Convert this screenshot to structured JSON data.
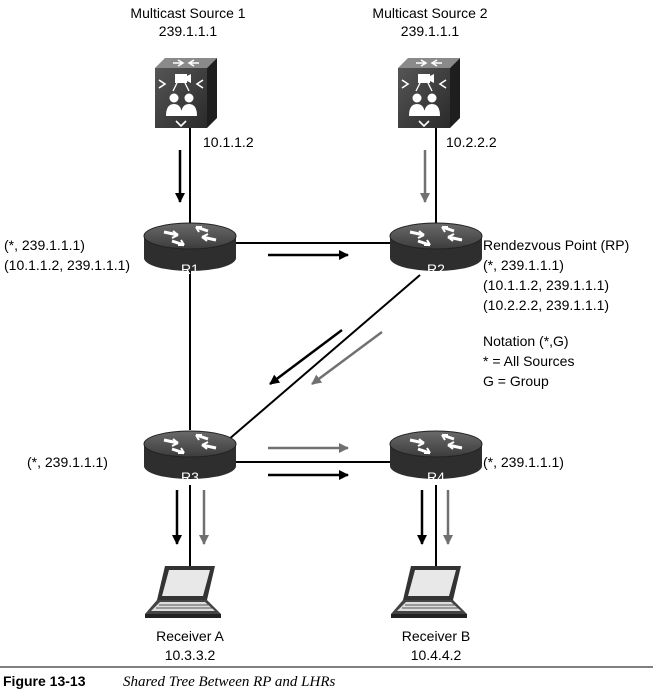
{
  "sources": [
    {
      "name": "Multicast Source 1",
      "group": "239.1.1.1",
      "ip": "10.1.1.2"
    },
    {
      "name": "Multicast Source 2",
      "group": "239.1.1.1",
      "ip": "10.2.2.2"
    }
  ],
  "routers": {
    "r1": {
      "name": "R1",
      "state": [
        "(*, 239.1.1.1)",
        "(10.1.1.2, 239.1.1.1)"
      ]
    },
    "r2": {
      "name": "R2",
      "role": "Rendezvous Point (RP)",
      "state": [
        "(*, 239.1.1.1)",
        "(10.1.1.2, 239.1.1.1)",
        "(10.2.2.2, 239.1.1.1)"
      ]
    },
    "r3": {
      "name": "R3",
      "state": [
        "(*, 239.1.1.1)"
      ]
    },
    "r4": {
      "name": "R4",
      "state": [
        "(*, 239.1.1.1)"
      ]
    }
  },
  "notation": [
    "Notation (*,G)",
    "* = All Sources",
    "G = Group"
  ],
  "receivers": [
    {
      "name": "Receiver A",
      "ip": "10.3.3.2"
    },
    {
      "name": "Receiver B",
      "ip": "10.4.4.2"
    }
  ],
  "caption": {
    "number": "Figure 13-13",
    "title": "Shared Tree Between RP and LHRs"
  },
  "colors": {
    "source_1_flow": "#000000",
    "source_2_flow": "#707070",
    "device_dark": "#3a3a3a"
  },
  "icons": [
    "multicast-source-icon",
    "router-icon",
    "laptop-icon"
  ]
}
